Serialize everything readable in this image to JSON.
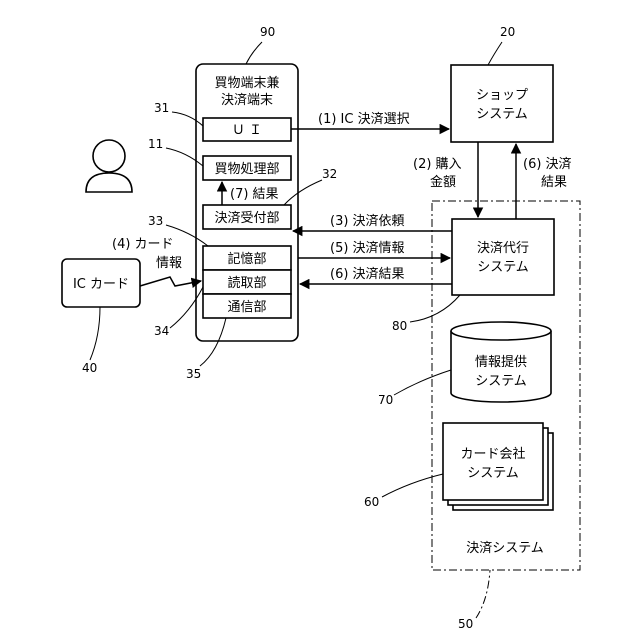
{
  "terminal": {
    "title_line1": "買物端末兼",
    "title_line2": "決済端末",
    "ui": "Ｕ Ｉ",
    "shopping_processing": "買物処理部",
    "payment_reception": "決済受付部",
    "storage": "記憶部",
    "reader": "読取部",
    "communication": "通信部"
  },
  "shop_system": {
    "line1": "ショップ",
    "line2": "システム"
  },
  "payment_agent": {
    "line1": "決済代行",
    "line2": "システム"
  },
  "info_provider": {
    "line1": "情報提供",
    "line2": "システム"
  },
  "card_company": {
    "line1": "カード会社",
    "line2": "システム"
  },
  "ic_card": "IC カード",
  "payment_system": "決済システム",
  "flows": {
    "f1": "(1) IC 決済選択",
    "f2_line1": "(2) 購入",
    "f2_line2": "金額",
    "f3": "(3) 決済依頼",
    "f4_line1": "(4) カード",
    "f4_line2": "情報",
    "f5": "(5) 決済情報",
    "f6": "(6) 決済結果",
    "f6b_line1": "(6) 決済",
    "f6b_line2": "結果",
    "f7": "(7) 結果"
  },
  "refs": {
    "r90": "90",
    "r20": "20",
    "r31": "31",
    "r11": "11",
    "r32": "32",
    "r33": "33",
    "r34": "34",
    "r35": "35",
    "r40": "40",
    "r80": "80",
    "r70": "70",
    "r60": "60",
    "r50": "50"
  }
}
